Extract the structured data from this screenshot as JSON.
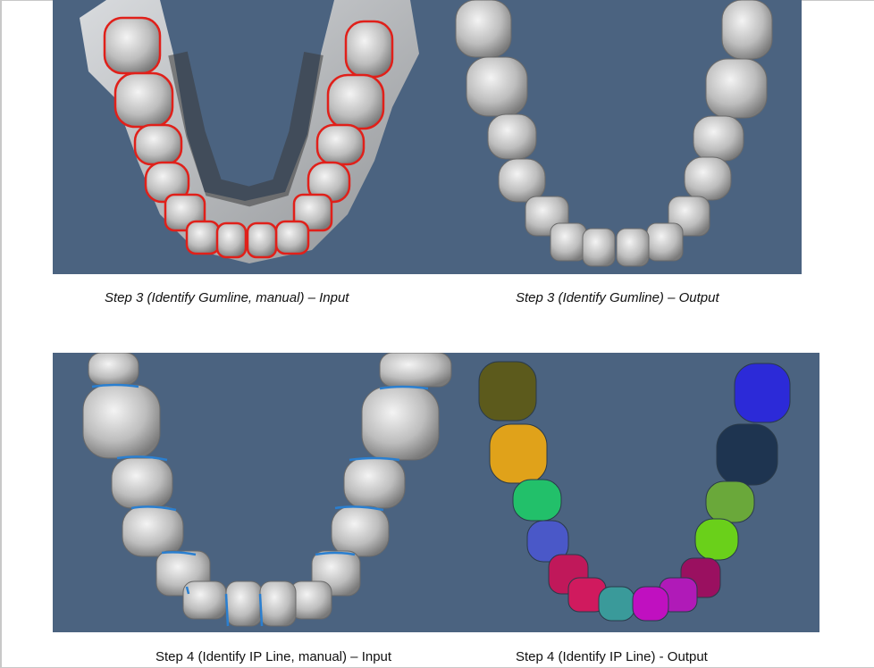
{
  "colors": {
    "panel_background": "#4b6380",
    "tooth_gray": "#d9d9d9",
    "gumline_red": "#e0201a",
    "ip_line_blue": "#2a7fd0"
  },
  "figures": [
    {
      "id": "step3-input",
      "caption": "Step 3 (Identify Gumline, manual) – Input",
      "description": "3D scan of lower dental arch with gum tissue, red gumline traced around each tooth"
    },
    {
      "id": "step3-output",
      "caption": "Step 3 (Identify Gumline) – Output",
      "description": "Lower dental arch teeth isolated from gum tissue (gray)"
    },
    {
      "id": "step4-input",
      "caption": "Step 4 (Identify IP Line, manual) – Input",
      "description": "Isolated teeth arch with blue interproximal lines between teeth"
    },
    {
      "id": "step4-output",
      "caption": "Step 4 (Identify IP Line) - Output",
      "description": "Individually segmented teeth, each tooth rendered in a distinct color"
    }
  ],
  "segmented_tooth_colors": {
    "left": [
      "#5c5a1c",
      "#e0a21a",
      "#22c06a",
      "#4a58c8",
      "#c0185a",
      "#d01a5e",
      "#3a9a9a"
    ],
    "right": [
      "#2c2ad8",
      "#1e3450",
      "#6aa83a",
      "#6ad01a",
      "#9a1060",
      "#b01ab8",
      "#c010c0"
    ]
  }
}
